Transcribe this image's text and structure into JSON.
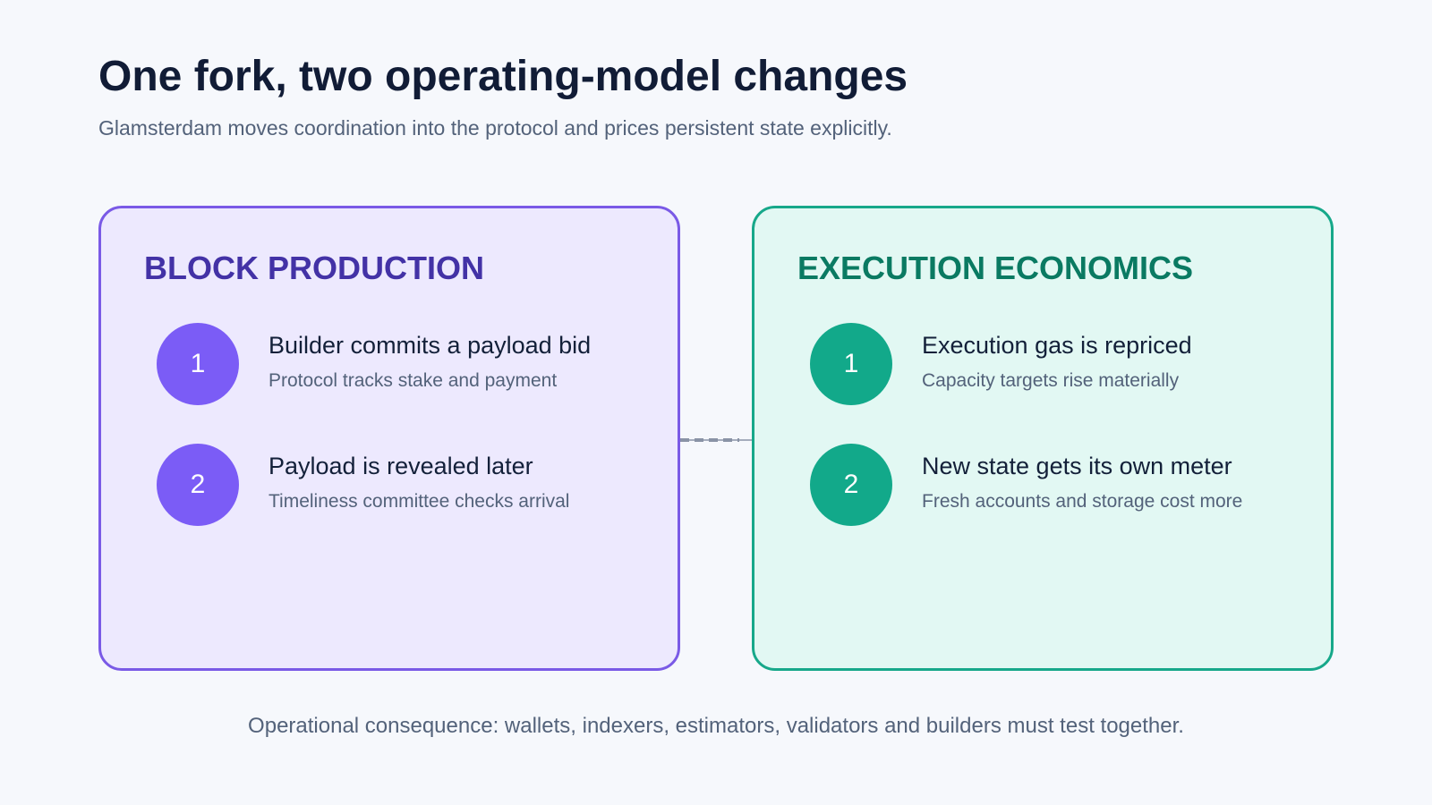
{
  "header": {
    "title": "One fork, two operating-model changes",
    "subtitle": "Glamsterdam moves coordination into the protocol and prices persistent state explicitly."
  },
  "panels": {
    "left": {
      "heading": "BLOCK PRODUCTION",
      "accent": "#7b5cf6",
      "steps": [
        {
          "number": "1",
          "title": "Builder commits a payload bid",
          "description": "Protocol tracks stake and payment"
        },
        {
          "number": "2",
          "title": "Payload is revealed later",
          "description": "Timeliness committee checks arrival"
        }
      ]
    },
    "right": {
      "heading": "EXECUTION ECONOMICS",
      "accent": "#12a98a",
      "steps": [
        {
          "number": "1",
          "title": "Execution gas is repriced",
          "description": "Capacity targets rise materially"
        },
        {
          "number": "2",
          "title": "New state gets its own meter",
          "description": "Fresh accounts and storage cost more"
        }
      ]
    }
  },
  "footer": {
    "text": "Operational consequence: wallets, indexers, estimators, validators and builders must test together."
  }
}
